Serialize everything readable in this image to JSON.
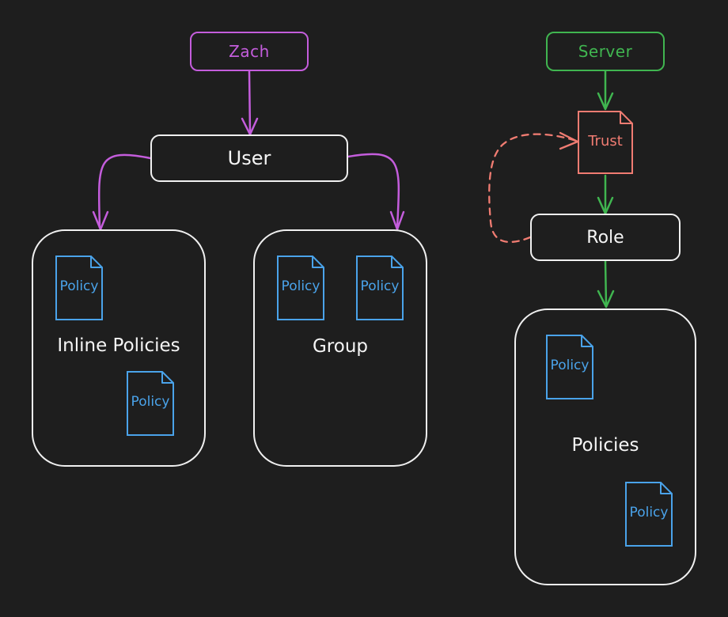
{
  "nodes": {
    "zach": "Zach",
    "user": "User",
    "server": "Server",
    "role": "Role",
    "trust": "Trust"
  },
  "containers": {
    "inline": "Inline Policies",
    "group": "Group",
    "policies": "Policies"
  },
  "docs": {
    "policy": "Policy"
  },
  "colors": {
    "background": "#1e1e1e",
    "purple": "#c45ddc",
    "green": "#40b550",
    "blue": "#4aa3ea",
    "salmon": "#f07c72",
    "white": "#f0f0f0"
  }
}
